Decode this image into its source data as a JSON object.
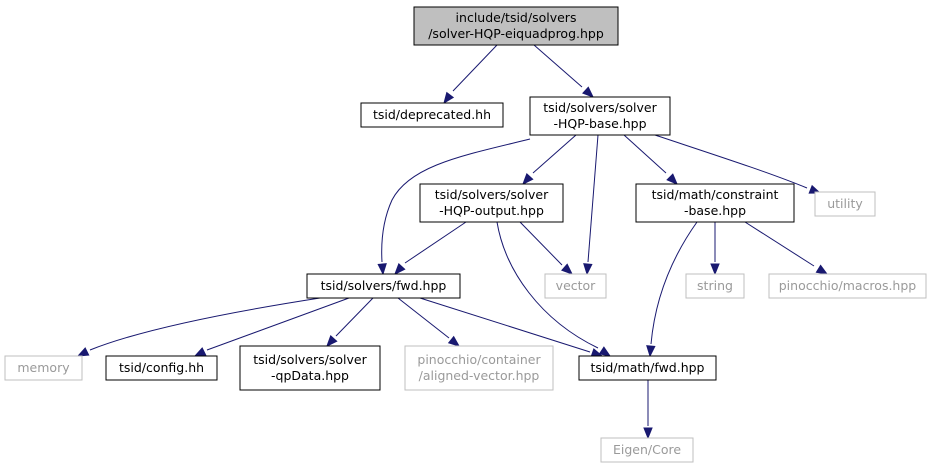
{
  "diagram": {
    "edge_color": "#191970",
    "nodes": [
      {
        "id": "root",
        "kind": "root",
        "lines": [
          "include/tsid/solvers",
          "/solver-HQP-eiquadprog.hpp"
        ]
      },
      {
        "id": "deprecated",
        "kind": "internal",
        "lines": [
          "tsid/deprecated.hh"
        ]
      },
      {
        "id": "hqp_base",
        "kind": "internal",
        "lines": [
          "tsid/solvers/solver",
          "-HQP-base.hpp"
        ]
      },
      {
        "id": "solvers_fwd",
        "kind": "internal",
        "lines": [
          "tsid/solvers/fwd.hpp"
        ]
      },
      {
        "id": "hqp_output",
        "kind": "internal",
        "lines": [
          "tsid/solvers/solver",
          "-HQP-output.hpp"
        ]
      },
      {
        "id": "vector",
        "kind": "external",
        "lines": [
          "vector"
        ]
      },
      {
        "id": "math_fwd",
        "kind": "internal",
        "lines": [
          "tsid/math/fwd.hpp"
        ]
      },
      {
        "id": "constraint_base",
        "kind": "internal",
        "lines": [
          "tsid/math/constraint",
          "-base.hpp"
        ]
      },
      {
        "id": "utility",
        "kind": "external",
        "lines": [
          "utility"
        ]
      },
      {
        "id": "memory",
        "kind": "external",
        "lines": [
          "memory"
        ]
      },
      {
        "id": "config",
        "kind": "internal",
        "lines": [
          "tsid/config.hh"
        ]
      },
      {
        "id": "qpdata",
        "kind": "internal",
        "lines": [
          "tsid/solvers/solver",
          "-qpData.hpp"
        ]
      },
      {
        "id": "aligned_vector",
        "kind": "external",
        "lines": [
          "pinocchio/container",
          "/aligned-vector.hpp"
        ]
      },
      {
        "id": "eigen_core",
        "kind": "external",
        "lines": [
          "Eigen/Core"
        ]
      },
      {
        "id": "string",
        "kind": "external",
        "lines": [
          "string"
        ]
      },
      {
        "id": "pin_macros",
        "kind": "external",
        "lines": [
          "pinocchio/macros.hpp"
        ]
      }
    ],
    "edges": [
      {
        "from": "root",
        "to": "deprecated"
      },
      {
        "from": "root",
        "to": "hqp_base"
      },
      {
        "from": "hqp_base",
        "to": "solvers_fwd"
      },
      {
        "from": "hqp_base",
        "to": "hqp_output"
      },
      {
        "from": "hqp_base",
        "to": "vector"
      },
      {
        "from": "hqp_base",
        "to": "constraint_base"
      },
      {
        "from": "hqp_base",
        "to": "utility"
      },
      {
        "from": "hqp_output",
        "to": "solvers_fwd"
      },
      {
        "from": "hqp_output",
        "to": "vector"
      },
      {
        "from": "hqp_output",
        "to": "math_fwd"
      },
      {
        "from": "constraint_base",
        "to": "math_fwd"
      },
      {
        "from": "constraint_base",
        "to": "string"
      },
      {
        "from": "constraint_base",
        "to": "pin_macros"
      },
      {
        "from": "solvers_fwd",
        "to": "memory"
      },
      {
        "from": "solvers_fwd",
        "to": "config"
      },
      {
        "from": "solvers_fwd",
        "to": "qpdata"
      },
      {
        "from": "solvers_fwd",
        "to": "aligned_vector"
      },
      {
        "from": "solvers_fwd",
        "to": "math_fwd"
      },
      {
        "from": "math_fwd",
        "to": "eigen_core"
      }
    ]
  }
}
